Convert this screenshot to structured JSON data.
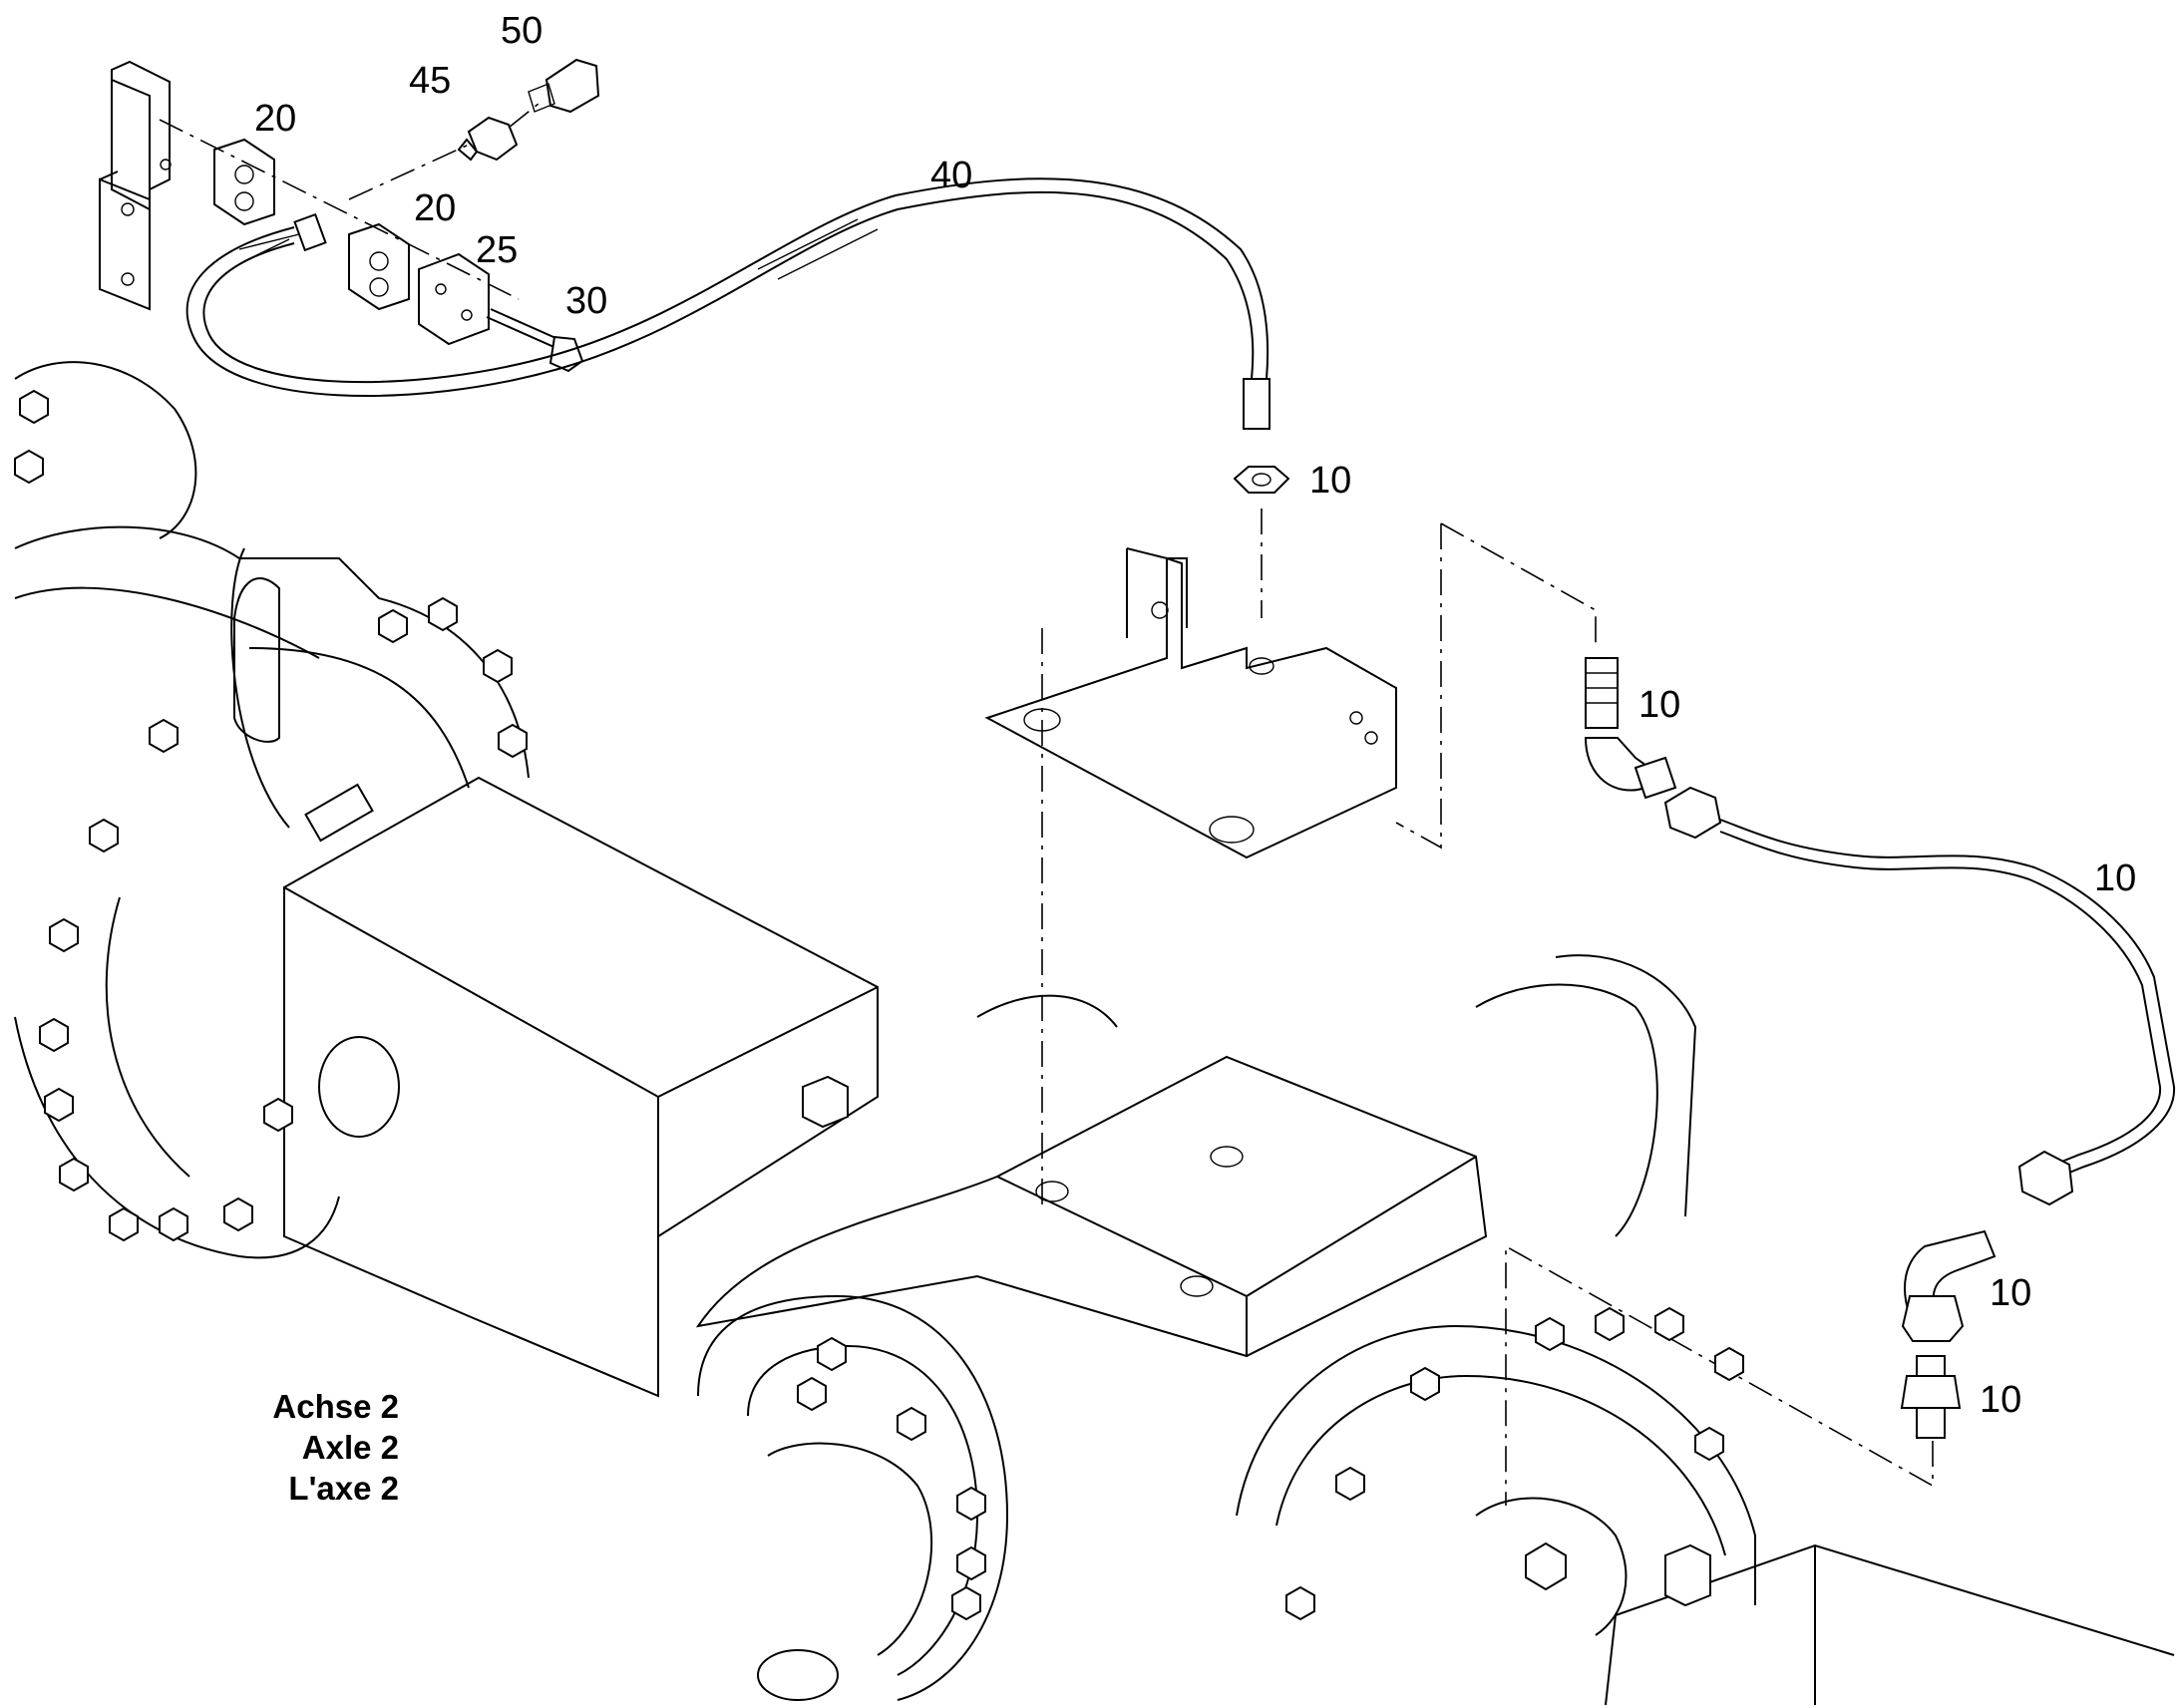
{
  "callouts": [
    {
      "id": "c50",
      "text": "50"
    },
    {
      "id": "c45",
      "text": "45"
    },
    {
      "id": "c20a",
      "text": "20"
    },
    {
      "id": "c40",
      "text": "40"
    },
    {
      "id": "c20b",
      "text": "20"
    },
    {
      "id": "c25",
      "text": "25"
    },
    {
      "id": "c30",
      "text": "30"
    },
    {
      "id": "c10a",
      "text": "10"
    },
    {
      "id": "c10b",
      "text": "10"
    },
    {
      "id": "c10c",
      "text": "10"
    },
    {
      "id": "c10d",
      "text": "10"
    },
    {
      "id": "c10e",
      "text": "10"
    }
  ],
  "axle_label": {
    "de": "Achse 2",
    "en": "Axle 2",
    "fr": "L'axe 2"
  }
}
